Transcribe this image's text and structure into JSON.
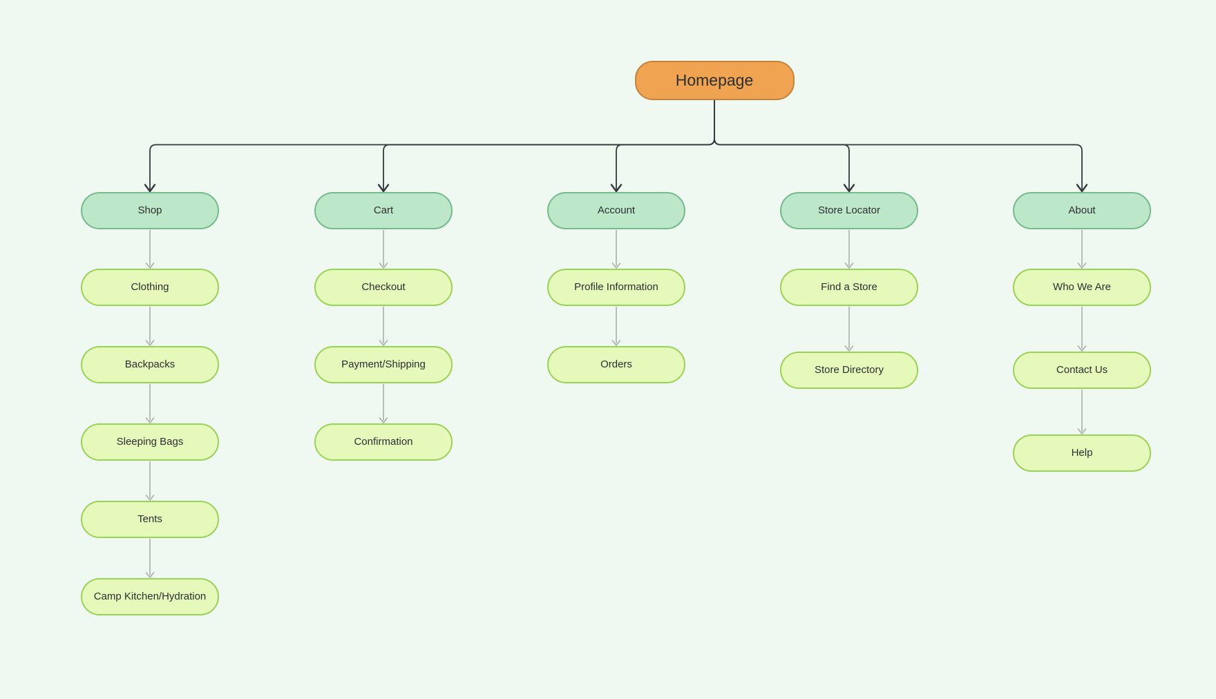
{
  "root": {
    "label": "Homepage"
  },
  "branches": [
    {
      "label": "Shop",
      "children": [
        {
          "label": "Clothing"
        },
        {
          "label": "Backpacks"
        },
        {
          "label": "Sleeping Bags"
        },
        {
          "label": "Tents"
        },
        {
          "label": "Camp Kitchen/Hydration"
        }
      ]
    },
    {
      "label": "Cart",
      "children": [
        {
          "label": "Checkout"
        },
        {
          "label": "Payment/Shipping"
        },
        {
          "label": "Confirmation"
        }
      ]
    },
    {
      "label": "Account",
      "children": [
        {
          "label": "Profile Information"
        },
        {
          "label": "Orders"
        }
      ]
    },
    {
      "label": "Store Locator",
      "children": [
        {
          "label": "Find a Store"
        },
        {
          "label": "Store Directory"
        }
      ]
    },
    {
      "label": "About",
      "children": [
        {
          "label": "Who We Are"
        },
        {
          "label": "Contact Us"
        },
        {
          "label": "Help"
        }
      ]
    }
  ],
  "colors": {
    "background": "#eff9f1",
    "root_fill": "#f0a350",
    "root_border": "#c5823c",
    "section_fill": "#bce8c9",
    "section_border": "#74ba8b",
    "child_fill": "#e5f9ba",
    "child_border": "#9bd254",
    "connector_dark": "#35383a",
    "connector_gray": "#aaadad",
    "text": "#2b2e30"
  }
}
